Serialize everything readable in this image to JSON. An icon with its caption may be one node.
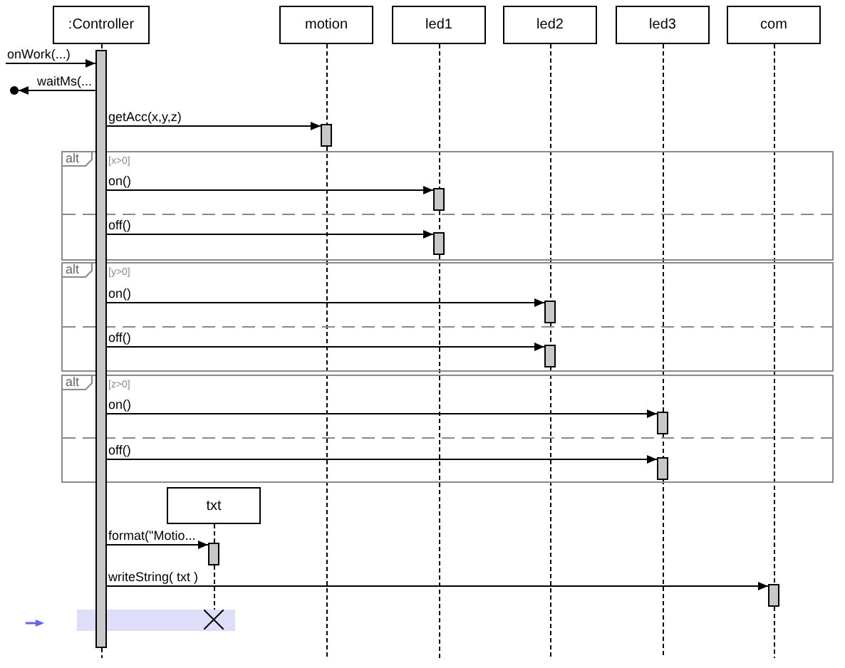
{
  "diagram": {
    "nodes": [
      {
        "text": [
          ":Controller"
        ]
      },
      {
        "text": [
          "motion"
        ]
      },
      {
        "text": [
          "led1"
        ]
      },
      {
        "text": [
          "led2"
        ]
      },
      {
        "text": [
          "led3"
        ]
      },
      {
        "text": [
          "com"
        ]
      },
      {
        "text": [],
        "shape": "bar"
      },
      {
        "text": [],
        "shape": "bar"
      },
      {
        "text": [
          "alt",
          "[x>0]"
        ]
      },
      {
        "text": [],
        "shape": "bar",
        "in": 8
      },
      {
        "text": [],
        "shape": "bar",
        "in": 8
      },
      {
        "text": [
          "alt",
          "[y>0]"
        ]
      },
      {
        "text": [],
        "shape": "bar",
        "in": 11
      },
      {
        "text": [],
        "shape": "bar",
        "in": 11
      },
      {
        "text": [
          "alt",
          "[z>0]"
        ]
      },
      {
        "text": [],
        "shape": "bar",
        "in": 14
      },
      {
        "text": [],
        "shape": "bar",
        "in": 14
      },
      {
        "text": [
          "txt"
        ]
      },
      {
        "text": [],
        "shape": "bar"
      },
      {
        "text": [],
        "shape": "bar"
      },
      {
        "text": [],
        "shape": "cross"
      }
    ],
    "edges": [
      {
        "from": null,
        "to": 6,
        "arrow": "to",
        "label": "onWork(...)"
      },
      {
        "from": 6,
        "to": null,
        "arrow": "to",
        "label": "waitMs(..."
      },
      {
        "from": 6,
        "to": 7,
        "arrow": "to",
        "label": "getAcc(x,y,z)"
      },
      {
        "from": 6,
        "to": 9,
        "arrow": "to",
        "label": "on()"
      },
      {
        "from": 6,
        "to": 10,
        "arrow": "to",
        "label": "off()"
      },
      {
        "from": 6,
        "to": 12,
        "arrow": "to",
        "label": "on()"
      },
      {
        "from": 6,
        "to": 13,
        "arrow": "to",
        "label": "off()"
      },
      {
        "from": 6,
        "to": 15,
        "arrow": "to",
        "label": "on()"
      },
      {
        "from": 6,
        "to": 16,
        "arrow": "to",
        "label": "off()"
      },
      {
        "from": 6,
        "to": 18,
        "arrow": "to",
        "label": "format(\"Motio..."
      },
      {
        "from": 6,
        "to": 19,
        "arrow": "to",
        "label": "writeString( txt )"
      },
      {
        "from": 0,
        "to": 6,
        "arrow": "none",
        "style": "dashed"
      },
      {
        "from": 6,
        "to": null,
        "arrow": "none",
        "style": "dashed"
      },
      {
        "from": 1,
        "to": 7,
        "arrow": "none",
        "style": "dashed"
      },
      {
        "from": 7,
        "to": null,
        "arrow": "none",
        "style": "dashed"
      },
      {
        "from": 2,
        "to": 9,
        "arrow": "none",
        "style": "dashed"
      },
      {
        "from": 9,
        "to": 10,
        "arrow": "none",
        "style": "dashed"
      },
      {
        "from": 10,
        "to": null,
        "arrow": "none",
        "style": "dashed"
      },
      {
        "from": 3,
        "to": 12,
        "arrow": "none",
        "style": "dashed"
      },
      {
        "from": 12,
        "to": 13,
        "arrow": "none",
        "style": "dashed"
      },
      {
        "from": 13,
        "to": null,
        "arrow": "none",
        "style": "dashed"
      },
      {
        "from": 4,
        "to": 15,
        "arrow": "none",
        "style": "dashed"
      },
      {
        "from": 15,
        "to": 16,
        "arrow": "none",
        "style": "dashed"
      },
      {
        "from": 16,
        "to": null,
        "arrow": "none",
        "style": "dashed"
      },
      {
        "from": 5,
        "to": 19,
        "arrow": "none",
        "style": "dashed"
      },
      {
        "from": 19,
        "to": null,
        "arrow": "none",
        "style": "dashed"
      },
      {
        "from": 17,
        "to": 18,
        "arrow": "none",
        "style": "dashed"
      },
      {
        "from": 18,
        "to": 20,
        "arrow": "none",
        "style": "dashed"
      }
    ]
  }
}
